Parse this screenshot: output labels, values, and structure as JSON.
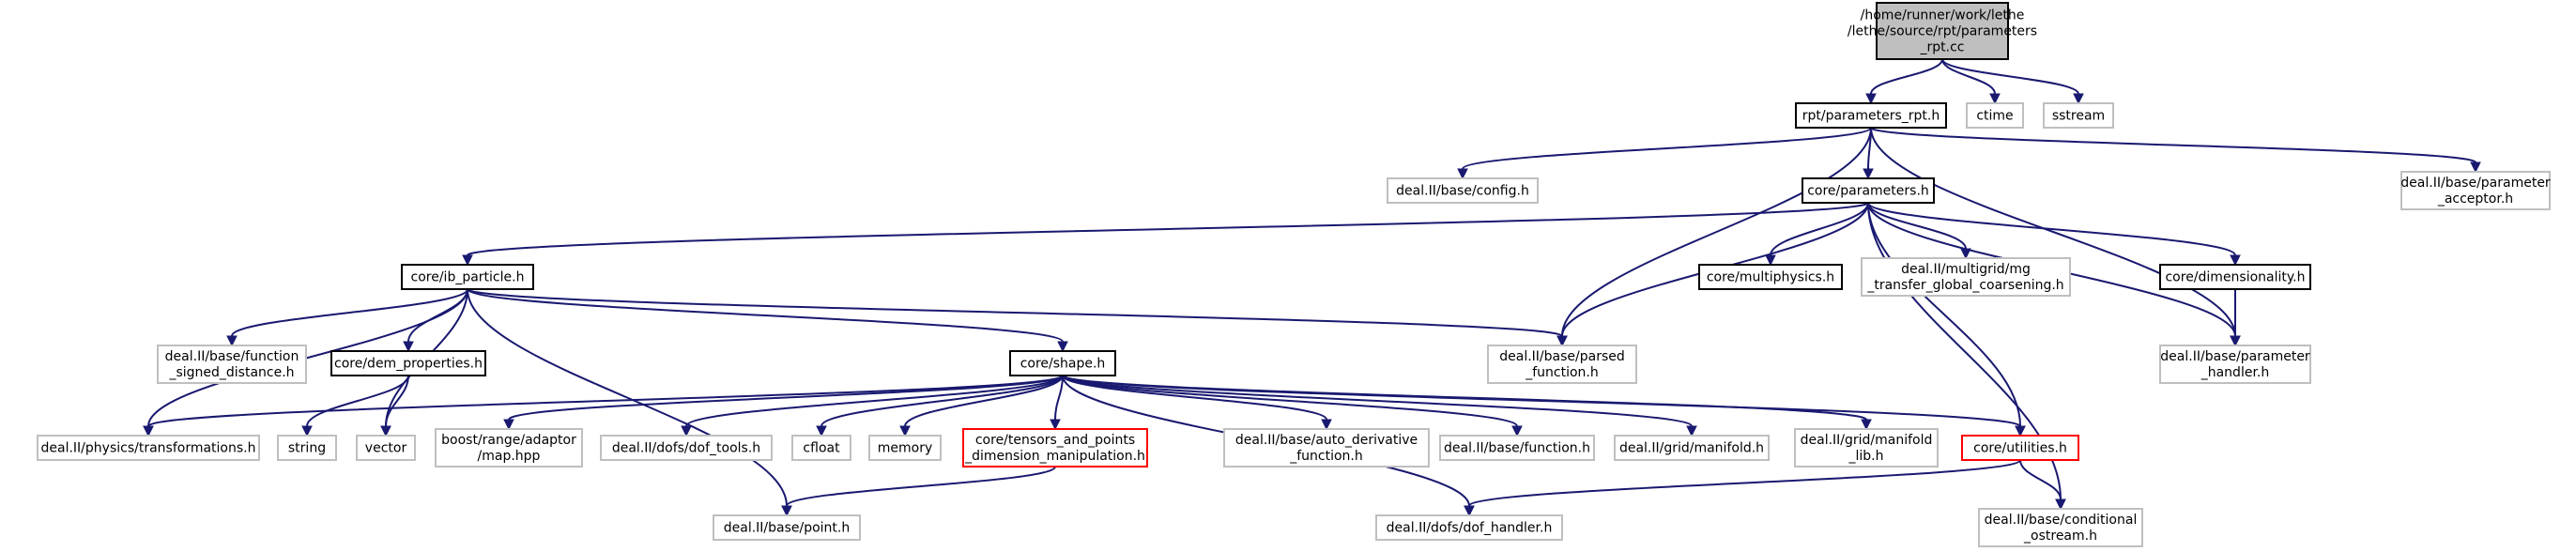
{
  "graph": {
    "colors": {
      "root_fill": "#bfbfbf",
      "documented_stroke": "#000000",
      "external_stroke": "#bfbfbf",
      "truncated_stroke": "#ff0000",
      "edge": "#191970"
    },
    "nodes": {
      "root": {
        "lines": [
          "/home/runner/work/lethe",
          "/lethe/source/rpt/parameters",
          "_rpt.cc"
        ],
        "kind": "root"
      },
      "parameters_rpt": {
        "lines": [
          "rpt/parameters_rpt.h"
        ],
        "kind": "documented"
      },
      "ctime": {
        "lines": [
          "ctime"
        ],
        "kind": "external"
      },
      "sstream": {
        "lines": [
          "sstream"
        ],
        "kind": "external"
      },
      "config": {
        "lines": [
          "deal.II/base/config.h"
        ],
        "kind": "external"
      },
      "core_parameters": {
        "lines": [
          "core/parameters.h"
        ],
        "kind": "documented"
      },
      "parameter_acceptor": {
        "lines": [
          "deal.II/base/parameter",
          "_acceptor.h"
        ],
        "kind": "external"
      },
      "ib_particle": {
        "lines": [
          "core/ib_particle.h"
        ],
        "kind": "documented"
      },
      "multiphysics": {
        "lines": [
          "core/multiphysics.h"
        ],
        "kind": "documented"
      },
      "mg_transfer": {
        "lines": [
          "deal.II/multigrid/mg",
          "_transfer_global_coarsening.h"
        ],
        "kind": "external"
      },
      "dimensionality": {
        "lines": [
          "core/dimensionality.h"
        ],
        "kind": "documented"
      },
      "function_signed_distance": {
        "lines": [
          "deal.II/base/function",
          "_signed_distance.h"
        ],
        "kind": "external"
      },
      "dem_properties": {
        "lines": [
          "core/dem_properties.h"
        ],
        "kind": "documented"
      },
      "parsed_function": {
        "lines": [
          "deal.II/base/parsed",
          "_function.h"
        ],
        "kind": "external"
      },
      "parameter_handler": {
        "lines": [
          "deal.II/base/parameter",
          "_handler.h"
        ],
        "kind": "external"
      },
      "shape": {
        "lines": [
          "core/shape.h"
        ],
        "kind": "documented"
      },
      "transformations": {
        "lines": [
          "deal.II/physics/transformations.h"
        ],
        "kind": "external"
      },
      "string": {
        "lines": [
          "string"
        ],
        "kind": "external"
      },
      "vector": {
        "lines": [
          "vector"
        ],
        "kind": "external"
      },
      "boost_map": {
        "lines": [
          "boost/range/adaptor",
          "/map.hpp"
        ],
        "kind": "external"
      },
      "dof_tools": {
        "lines": [
          "deal.II/dofs/dof_tools.h"
        ],
        "kind": "external"
      },
      "cfloat": {
        "lines": [
          "cfloat"
        ],
        "kind": "external"
      },
      "memory": {
        "lines": [
          "memory"
        ],
        "kind": "external"
      },
      "tensors_points": {
        "lines": [
          "core/tensors_and_points",
          "_dimension_manipulation.h"
        ],
        "kind": "truncated"
      },
      "auto_derivative": {
        "lines": [
          "deal.II/base/auto_derivative",
          "_function.h"
        ],
        "kind": "external"
      },
      "function_h": {
        "lines": [
          "deal.II/base/function.h"
        ],
        "kind": "external"
      },
      "manifold": {
        "lines": [
          "deal.II/grid/manifold.h"
        ],
        "kind": "external"
      },
      "manifold_lib": {
        "lines": [
          "deal.II/grid/manifold",
          "_lib.h"
        ],
        "kind": "external"
      },
      "utilities": {
        "lines": [
          "core/utilities.h"
        ],
        "kind": "truncated"
      },
      "point": {
        "lines": [
          "deal.II/base/point.h"
        ],
        "kind": "external"
      },
      "dof_handler": {
        "lines": [
          "deal.II/dofs/dof_handler.h"
        ],
        "kind": "external"
      },
      "conditional_ostream": {
        "lines": [
          "deal.II/base/conditional",
          "_ostream.h"
        ],
        "kind": "external"
      }
    }
  }
}
